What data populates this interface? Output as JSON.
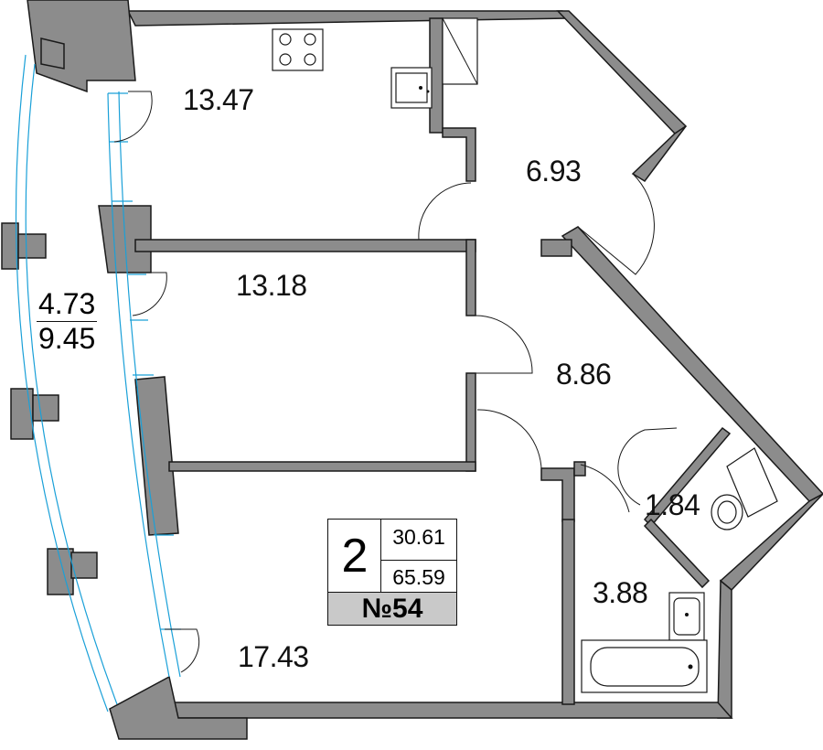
{
  "rooms": [
    {
      "id": "kitchen",
      "area": "13.47"
    },
    {
      "id": "hall-top",
      "area": "6.93"
    },
    {
      "id": "bedroom",
      "area": "13.18"
    },
    {
      "id": "corridor",
      "area": "8.86"
    },
    {
      "id": "living",
      "area": "17.43"
    },
    {
      "id": "wc",
      "area": "1.84"
    },
    {
      "id": "bathroom",
      "area": "3.88"
    }
  ],
  "loggia": {
    "area_reduced": "4.73",
    "area_full": "9.45"
  },
  "badge": {
    "room_count": "2",
    "living_area": "30.61",
    "total_area": "65.59",
    "apartment_number": "№54"
  },
  "colors": {
    "wall": "#8c8c8c",
    "glass": "#1aa0d8",
    "badge_band": "#c9c9c9"
  },
  "icons": [
    "stove-icon",
    "sink-icon",
    "toilet-icon",
    "washbasin-icon",
    "bathtub-icon",
    "fridge-icon"
  ]
}
